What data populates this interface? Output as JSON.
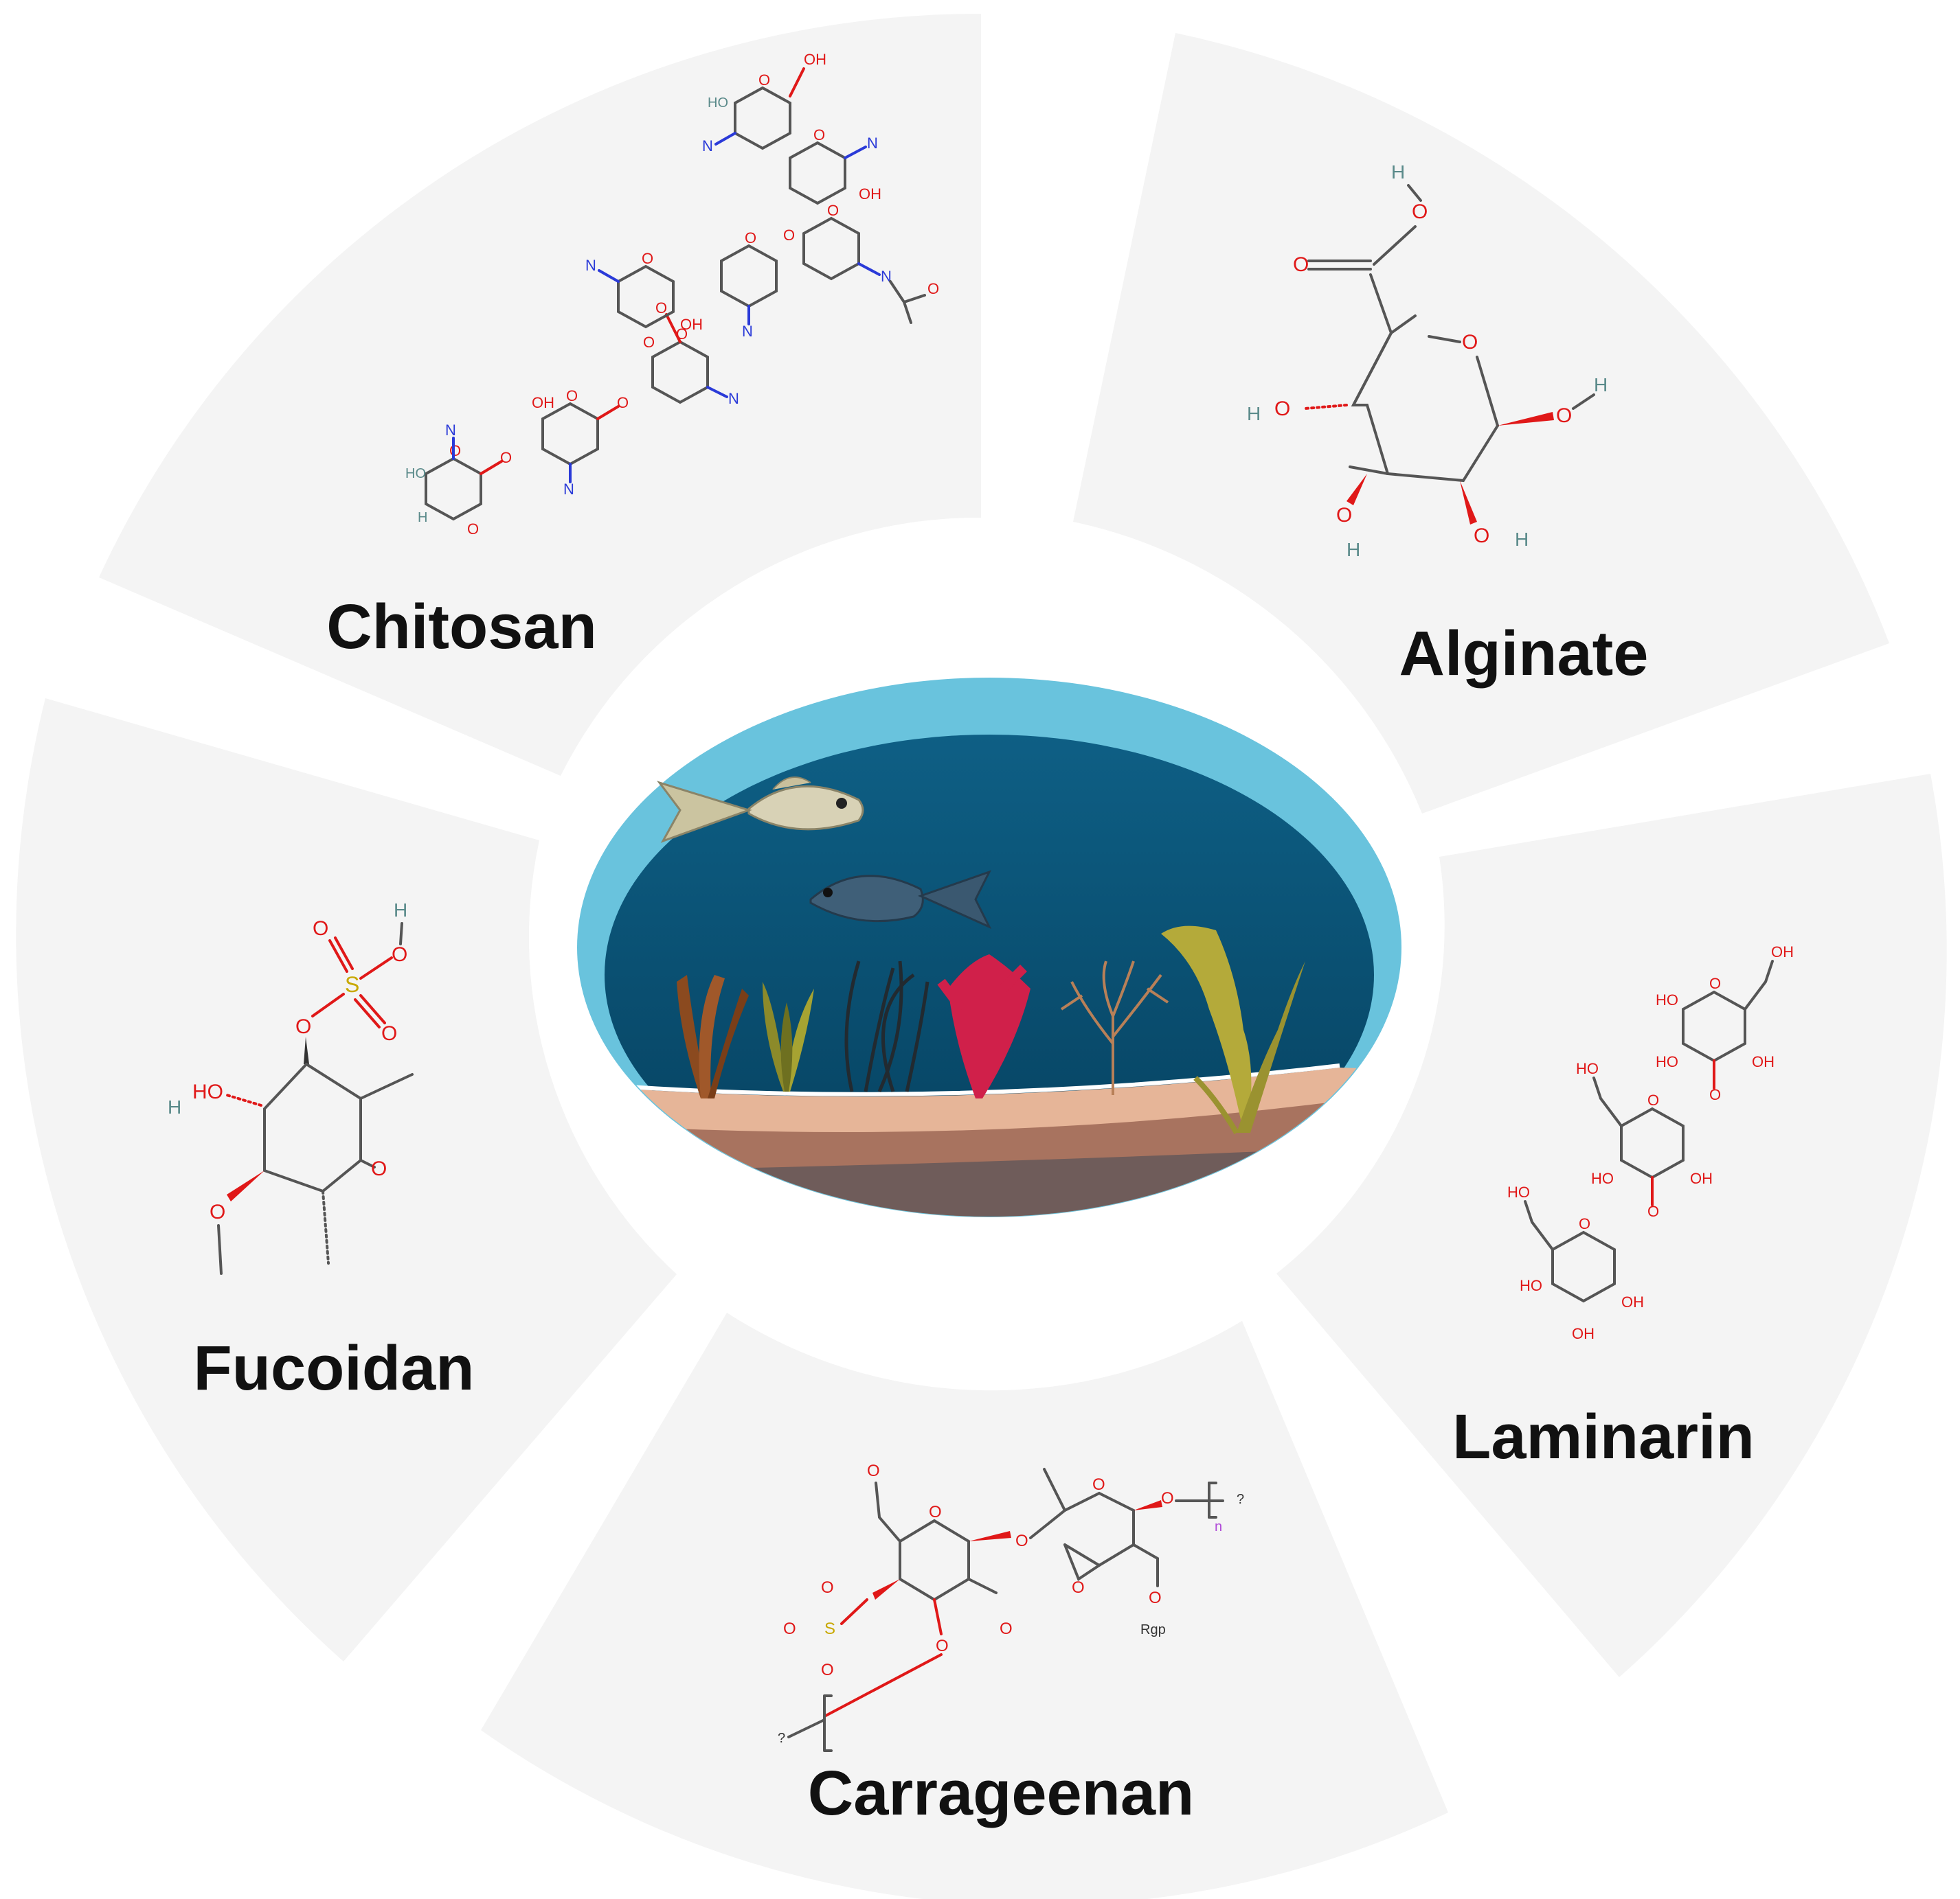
{
  "segments": [
    {
      "id": "chitosan",
      "label": "Chitosan"
    },
    {
      "id": "alginate",
      "label": "Alginate"
    },
    {
      "id": "laminarin",
      "label": "Laminarin"
    },
    {
      "id": "carrageenan",
      "label": "Carrageenan"
    },
    {
      "id": "fucoidan",
      "label": "Fucoidan"
    }
  ],
  "colors": {
    "segment_fill": "#f4f4f4",
    "water_light": "#6cc4df",
    "water_dark": "#0a4d6e",
    "sand": "#e5b497",
    "soil": "#a8735f",
    "rock": "#6f5c5a",
    "oxygen": "#e01818",
    "nitrogen": "#2a3ad8",
    "sulfur": "#c8a800",
    "hydrogen": "#5a8a8a"
  },
  "icons": [
    "fish-icon",
    "seaweed-icon",
    "molecule-structure-icon"
  ]
}
